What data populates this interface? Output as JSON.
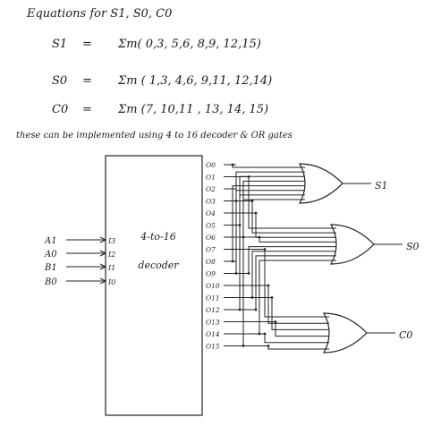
{
  "equations": {
    "title": "Equations for S1, S0, C0",
    "s1": {
      "lhs": "S1",
      "eq": "=",
      "rhs": "Σm( 0,3, 5,6, 8,9, 12,15)"
    },
    "s0": {
      "lhs": "S0",
      "eq": "=",
      "rhs": "Σm ( 1,3, 4,6, 9,11, 12,14)"
    },
    "c0": {
      "lhs": "C0",
      "eq": "=",
      "rhs": "Σm (7, 10,11 , 13, 14, 15)"
    }
  },
  "note": "these   can be   implemented   using   4 to 16  decoder  &  OR gates",
  "decoder": {
    "title": "4-to-16",
    "subtitle": "decoder",
    "inputs": [
      "I3",
      "I2",
      "I1",
      "I0"
    ],
    "outputs": [
      "O0",
      "O1",
      "O2",
      "O3",
      "O4",
      "O5",
      "O6",
      "O7",
      "O8",
      "O9",
      "O10",
      "O11",
      "O12",
      "O13",
      "O14",
      "O15"
    ]
  },
  "signals": [
    "A1",
    "A0",
    "B1",
    "B0"
  ],
  "gate_outputs": [
    "S1",
    "S0",
    "C0"
  ],
  "minterms": {
    "S1": [
      0,
      3,
      5,
      6,
      8,
      9,
      12,
      15
    ],
    "S0": [
      1,
      3,
      4,
      6,
      9,
      11,
      12,
      14
    ],
    "C0": [
      7,
      10,
      11,
      13,
      14,
      15
    ]
  }
}
